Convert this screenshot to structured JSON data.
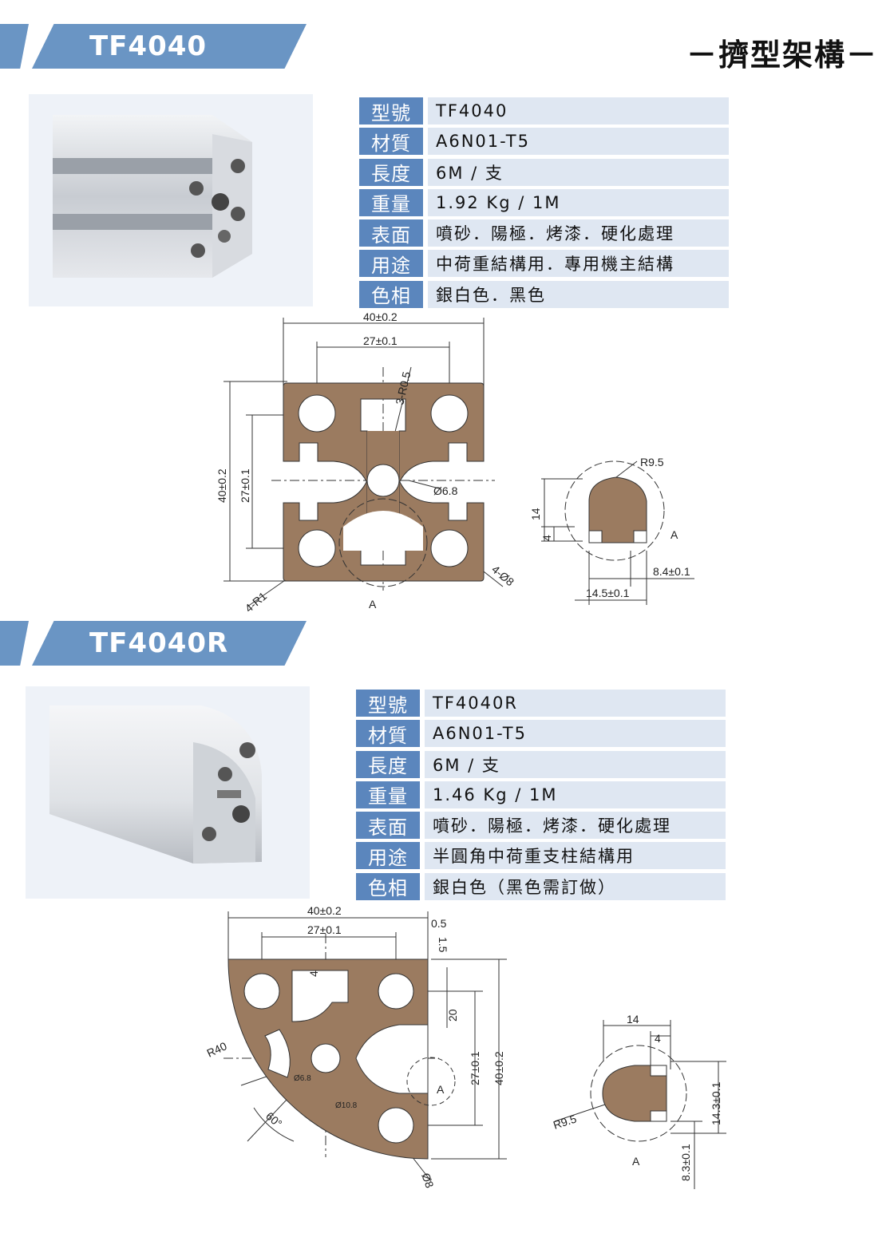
{
  "page_title": "－擠型架構－",
  "colors": {
    "banner": "#6a95c4",
    "label_bg": "#5b86bd",
    "value_bg": "#dfe7f2",
    "profile_fill": "#9b7b60"
  },
  "sections": [
    {
      "banner": "TF4040",
      "specs": [
        {
          "label": "型號",
          "value": "TF4040"
        },
        {
          "label": "材質",
          "value": "A6N01-T5"
        },
        {
          "label": "長度",
          "value": "6M / 支"
        },
        {
          "label": "重量",
          "value": "1.92 Kg / 1M"
        },
        {
          "label": "表面",
          "value": "噴砂．陽極．烤漆．硬化處理"
        },
        {
          "label": "用途",
          "value": "中荷重結構用．專用機主結構"
        },
        {
          "label": "色相",
          "value": "銀白色．黑色"
        }
      ],
      "dims": {
        "width": "40±0.2",
        "inner_width": "27±0.1",
        "r05": "3-R0.5",
        "hole": "Ø6.8",
        "height": "40±0.2",
        "inner_height": "27±0.1",
        "corner": "4-R1",
        "holes4": "4-Ø8",
        "view": "A",
        "r95": "R9.5",
        "d14": "14",
        "d4": "4",
        "d84": "8.4±0.1",
        "d145": "14.5±0.1",
        "view_a": "A"
      }
    },
    {
      "banner": "TF4040R",
      "specs": [
        {
          "label": "型號",
          "value": "TF4040R"
        },
        {
          "label": "材質",
          "value": "A6N01-T5"
        },
        {
          "label": "長度",
          "value": "6M / 支"
        },
        {
          "label": "重量",
          "value": "1.46 Kg / 1M"
        },
        {
          "label": "表面",
          "value": "噴砂．陽極．烤漆．硬化處理"
        },
        {
          "label": "用途",
          "value": "半圓角中荷重支柱結構用"
        },
        {
          "label": "色相",
          "value": "銀白色（黑色需訂做）"
        }
      ],
      "dims": {
        "width": "40±0.2",
        "inner_width": "27±0.1",
        "d05": "0.5",
        "d15": "1.5",
        "d4": "4",
        "d20": "20",
        "inner_height": "27±0.1",
        "height": "40±0.2",
        "r40": "R40",
        "hole68": "Ø6.8",
        "hole108": "Ø10.8",
        "angle": "60°",
        "hole8": "Ø8",
        "view": "A",
        "s14": "14",
        "s4": "4",
        "sr95": "R9.5",
        "s143": "14.3±0.1",
        "s83": "8.3±0.1",
        "view_a": "A"
      }
    }
  ]
}
